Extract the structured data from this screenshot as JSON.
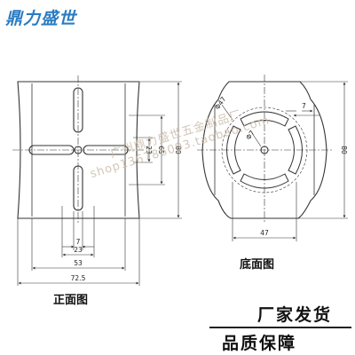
{
  "brand": {
    "name": "鼎力盛世",
    "color": "#2a7bc2"
  },
  "watermark": "广州鼎力盛世五金制品厂 shop136786093.taobao.com",
  "front_view": {
    "caption": "正面图",
    "dims": {
      "w_slot": "7",
      "w_23": "23",
      "w_53": "53",
      "w_width": "72.5",
      "h_23": "23",
      "h_65": "65",
      "h_80": "80"
    }
  },
  "bottom_view": {
    "caption": "底面图",
    "dims": {
      "d_outer": "Φ47",
      "d_inner": "Φ7",
      "slot": "7",
      "width": "47",
      "height": "80"
    }
  },
  "promos": {
    "line1": "厂家发货",
    "line2": "品质保障"
  }
}
